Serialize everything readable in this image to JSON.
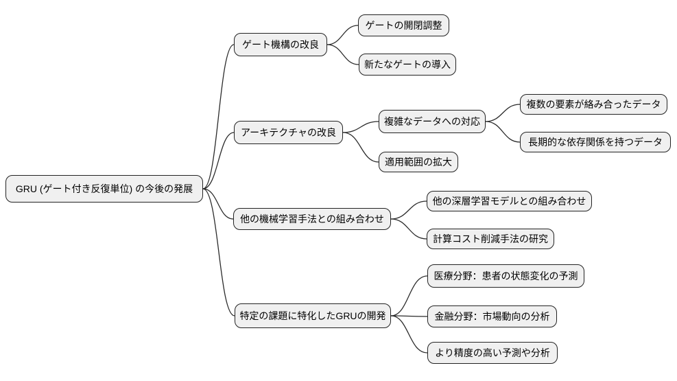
{
  "diagram": {
    "type": "mindmap",
    "title": "GRU (ゲート付き反復単位) の今後の発展",
    "colors": {
      "background": "#ffffff",
      "node_fill": "#f0f0f0",
      "node_border": "#222222",
      "edge": "#2a2a2a",
      "text": "#000000"
    },
    "nodes": {
      "root": {
        "label": "GRU (ゲート付き反復単位) の今後の発展"
      },
      "b1": {
        "label": "ゲート機構の改良"
      },
      "b1c1": {
        "label": "ゲートの開閉調整"
      },
      "b1c2": {
        "label": "新たなゲートの導入"
      },
      "b2": {
        "label": "アーキテクチャの改良"
      },
      "b2c1": {
        "label": "複雑なデータへの対応"
      },
      "b2c1a": {
        "label": "複数の要素が絡み合ったデータ"
      },
      "b2c1b": {
        "label": "長期的な依存関係を持つデータ"
      },
      "b2c2": {
        "label": "適用範囲の拡大"
      },
      "b3": {
        "label": "他の機械学習手法との組み合わせ"
      },
      "b3c1": {
        "label": "他の深層学習モデルとの組み合わせ"
      },
      "b3c2": {
        "label": "計算コスト削減手法の研究"
      },
      "b4": {
        "label": "特定の課題に特化したGRUの開発"
      },
      "b4c1": {
        "label": "医療分野：患者の状態変化の予測"
      },
      "b4c2": {
        "label": "金融分野：市場動向の分析"
      },
      "b4c3": {
        "label": "より精度の高い予測や分析"
      }
    },
    "tree": {
      "id": "root",
      "children": [
        {
          "id": "b1",
          "children": [
            {
              "id": "b1c1"
            },
            {
              "id": "b1c2"
            }
          ]
        },
        {
          "id": "b2",
          "children": [
            {
              "id": "b2c1",
              "children": [
                {
                  "id": "b2c1a"
                },
                {
                  "id": "b2c1b"
                }
              ]
            },
            {
              "id": "b2c2"
            }
          ]
        },
        {
          "id": "b3",
          "children": [
            {
              "id": "b3c1"
            },
            {
              "id": "b3c2"
            }
          ]
        },
        {
          "id": "b4",
          "children": [
            {
              "id": "b4c1"
            },
            {
              "id": "b4c2"
            },
            {
              "id": "b4c3"
            }
          ]
        }
      ]
    }
  }
}
